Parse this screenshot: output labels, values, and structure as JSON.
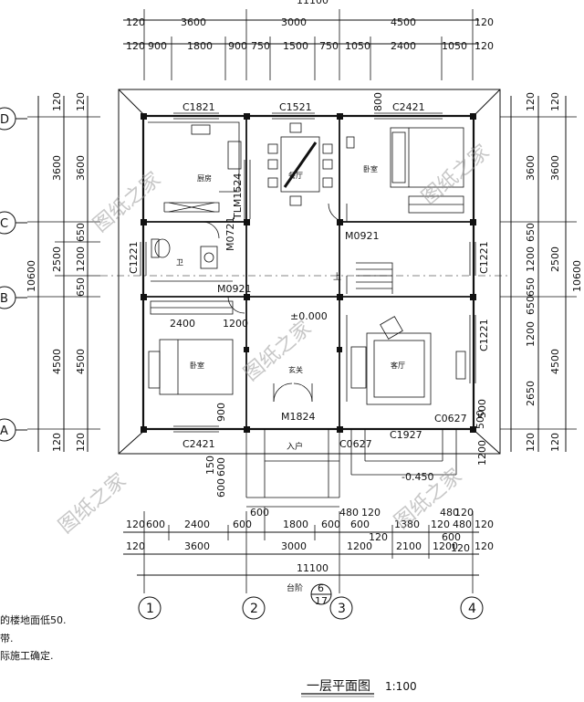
{
  "top_dims": {
    "overall": "11100",
    "row1": [
      "120",
      "3600",
      "3000",
      "4500",
      "120"
    ],
    "row2": [
      "120",
      "900",
      "1800",
      "900",
      "750",
      "1500",
      "750",
      "1050",
      "2400",
      "1050",
      "120"
    ]
  },
  "left_dims": {
    "outer": "10600",
    "col1": [
      "120",
      "3600",
      "2500",
      "4500",
      "120"
    ],
    "col2": [
      "120",
      "3600",
      "650",
      "1200",
      "650",
      "4500",
      "120"
    ]
  },
  "right_dims": {
    "outer": "10600",
    "col1": [
      "120",
      "3600",
      "2500",
      "4500",
      "120"
    ],
    "col2": [
      "120",
      "3600",
      "650",
      "1200",
      "650",
      "650",
      "1200",
      "2650",
      "500",
      "120"
    ]
  },
  "axes": {
    "rows": [
      "D",
      "C",
      "B",
      "A"
    ],
    "cols": [
      "1",
      "2",
      "3",
      "4"
    ]
  },
  "windows": [
    "C1821",
    "C1521",
    "C2421",
    "C1221",
    "C1221",
    "C1221",
    "C2421",
    "C1927",
    "C0627",
    "C0627",
    "TLM1524"
  ],
  "doors": [
    "M0921",
    "M0921",
    "M0721",
    "M1824"
  ],
  "rooms": {
    "kitchen": "厨房",
    "dining": "餐厅",
    "bedroom_ne": "卧室",
    "bath": "卫",
    "bedroom_sw": "卧室",
    "foyer": "玄关",
    "living": "客厅",
    "entry": "入户",
    "stairs_up": "上"
  },
  "misc_dims": {
    "d800": "800",
    "d2400": "2400",
    "d1200": "1200",
    "d900": "900",
    "d500": "500",
    "d1200b": "1200",
    "d600": "600",
    "d150": "150",
    "d600b": "600",
    "d480": "480",
    "d120": "120"
  },
  "levels": {
    "floor": "±0.000",
    "exterior": "-0.450"
  },
  "bottom_dims": {
    "row1": [
      "120",
      "600",
      "2400",
      "600",
      "1800",
      "600",
      "600",
      "1380",
      "120",
      "480",
      "120"
    ],
    "sub": [
      "600",
      "480",
      "120",
      "120",
      "600",
      "120"
    ],
    "row2": [
      "120",
      "3600",
      "3000",
      "1200",
      "2100",
      "1200",
      "120"
    ],
    "overall": "11100",
    "step_label": "台阶",
    "step_num": "6",
    "step_den": "17"
  },
  "notes": [
    "的楼地面低50.",
    "带.",
    "际施工确定."
  ],
  "title": {
    "main": "一层平面图",
    "scale": "1:100"
  },
  "watermark": "图纸之家"
}
